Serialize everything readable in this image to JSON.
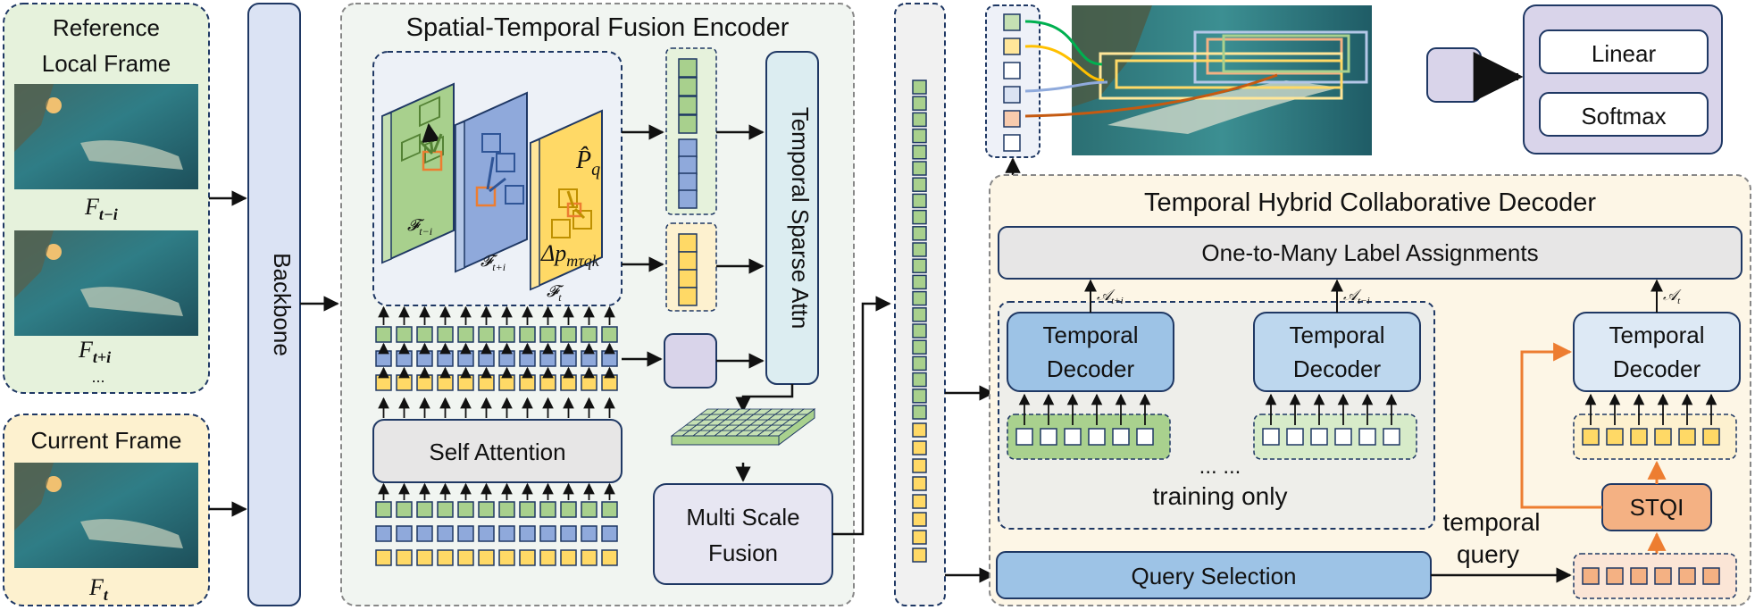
{
  "reference_panel": {
    "title_line1": "Reference",
    "title_line2": "Local Frame",
    "frame1_label": "F",
    "frame1_sub": "t−i",
    "frame2_label": "F",
    "frame2_sub": "t+i",
    "ellipsis": "..."
  },
  "current_panel": {
    "title": "Current Frame",
    "frame_label": "F",
    "frame_sub": "t"
  },
  "backbone": {
    "label": "Backbone"
  },
  "encoder": {
    "title": "Spatial-Temporal Fusion Encoder",
    "fm1_label": "𝓕",
    "fm1_sub": "t−i",
    "fm2_label": "𝓕",
    "fm2_sub": "t+i",
    "fm3_label": "𝓕",
    "fm3_sub": "t",
    "p_hat": "P̂",
    "p_sub": "q",
    "delta_p": "Δp",
    "delta_sub": "mτqk",
    "sparse_attn": "Temporal Sparse Attn",
    "self_attention": "Self Attention",
    "multi_scale_line1": "Multi Scale",
    "multi_scale_line2": "Fusion"
  },
  "legend": {
    "linear": "Linear",
    "softmax": "Softmax"
  },
  "decoder": {
    "title": "Temporal Hybrid Collaborative Decoder",
    "assignments": "One-to-Many Label Assignments",
    "a1_label": "𝒜",
    "a1_sub": "t+i",
    "a2_label": "𝒜",
    "a2_sub": "t−i",
    "a3_label": "𝒜",
    "a3_sub": "t",
    "td1_line1": "Temporal",
    "td1_line2": "Decoder",
    "td2_line1": "Temporal",
    "td2_line2": "Decoder",
    "td3_line1": "Temporal",
    "td3_line2": "Decoder",
    "dots": "... ...",
    "training_only": "training only",
    "stqi": "STQI",
    "temporal_query_line1": "temporal",
    "temporal_query_line2": "query",
    "query_selection": "Query Selection"
  },
  "colors": {
    "green_panel": "#e6f2dc",
    "yellow_panel": "#fdf1cf",
    "backbone": "#dbe3f4",
    "encoder_bg": "#f1f5f1",
    "decoder_bg": "#fdf6e6",
    "green_token": "#a8d08d",
    "blue_token": "#8fa9db",
    "yellow_token": "#ffd966",
    "dark_navy": "#1f3864",
    "stqi": "#f4b183",
    "accent_orange": "#ed7d31"
  }
}
